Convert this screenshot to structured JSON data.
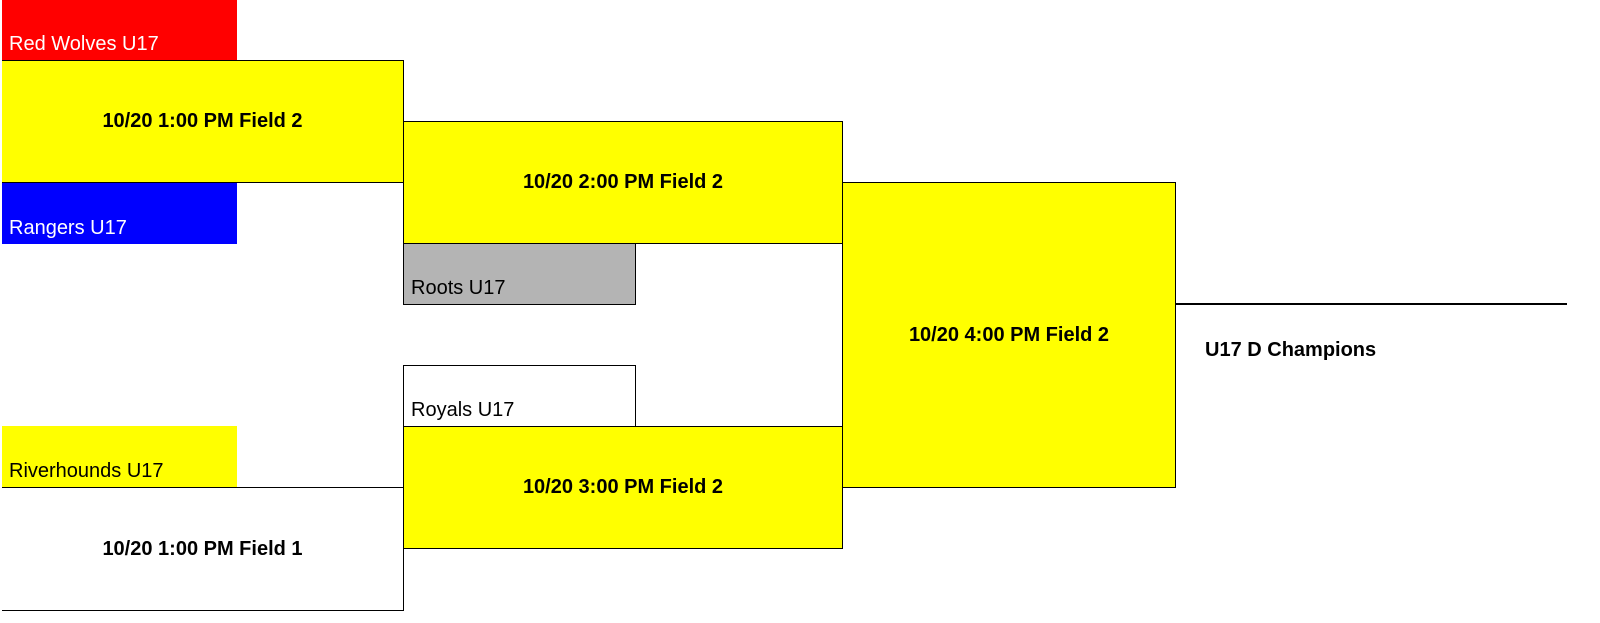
{
  "teams": {
    "red_wolves": {
      "label": "Red Wolves U17",
      "fill": "#ff0000",
      "text_color": "#ffffff"
    },
    "rangers": {
      "label": "Rangers U17",
      "fill": "#0000ff",
      "text_color": "#ffffff"
    },
    "roots": {
      "label": "Roots U17",
      "fill": "#b4b4b4",
      "text_color": "#000000"
    },
    "royals": {
      "label": "Royals U17",
      "fill": "#ffffff",
      "text_color": "#000000"
    },
    "riverhounds": {
      "label": "Riverhounds U17",
      "fill": "#ffff00",
      "text_color": "#000000"
    }
  },
  "games": {
    "round1_top": {
      "label": "10/20 1:00 PM Field 2",
      "fill": "#ffff00"
    },
    "round1_bottom": {
      "label": "10/20 1:00 PM Field 1",
      "fill": "#ffffff"
    },
    "semi_top": {
      "label": "10/20 2:00 PM Field 2",
      "fill": "#ffff00"
    },
    "semi_bottom": {
      "label": "10/20 3:00 PM Field 2",
      "fill": "#ffff00"
    },
    "final": {
      "label": "10/20 4:00 PM Field 2",
      "fill": "#ffff00"
    }
  },
  "champion": {
    "label": "U17 D Champions"
  }
}
